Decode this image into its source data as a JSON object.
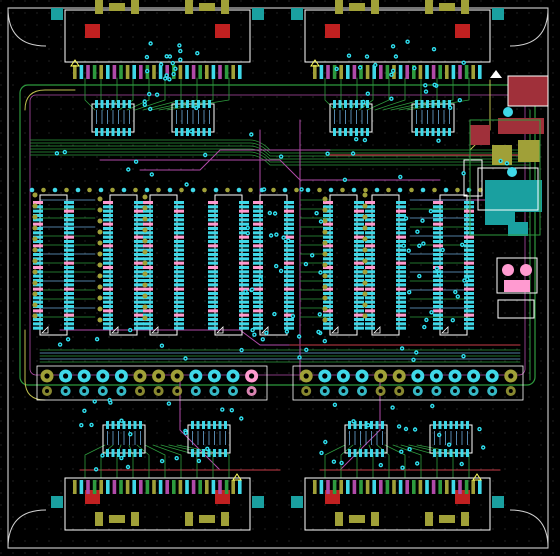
{
  "view": {
    "type": "pcb-layout",
    "layers": [
      "top-copper",
      "bottom-copper",
      "silkscreen",
      "vias",
      "pads"
    ]
  },
  "colors": {
    "background": "#000000",
    "board_outline": "#e8e8e8",
    "top_trace": "#2e9a3e",
    "bottom_trace": "#b04aa8",
    "top_trace_alt": "#6aa8d8",
    "ground_trace": "#c0c050",
    "red_trace": "#a0303a",
    "pad_cyan": "#3fd8e8",
    "pad_teal": "#1aa0a0",
    "pad_olive": "#a0a038",
    "pad_red": "#c02020",
    "pad_pink": "#ff9ad0",
    "via_cyan": "#30e0f0",
    "silk_white": "#ffffff",
    "connector_fill": "#8a8a30"
  },
  "components": {
    "connectors": [
      "conn-top-left",
      "conn-top-right",
      "conn-bottom-left",
      "conn-bottom-right"
    ],
    "small_ics": [
      "ic-tl-a",
      "ic-tl-b",
      "ic-tr-a",
      "ic-tr-b",
      "ic-bl-a",
      "ic-bl-b",
      "ic-br-a",
      "ic-br-b"
    ],
    "big_ics": [
      "u1",
      "u2",
      "u3",
      "u4",
      "u5",
      "u6",
      "u7",
      "u8"
    ],
    "through_hole_row": 25,
    "regulator_block": "power-section"
  }
}
